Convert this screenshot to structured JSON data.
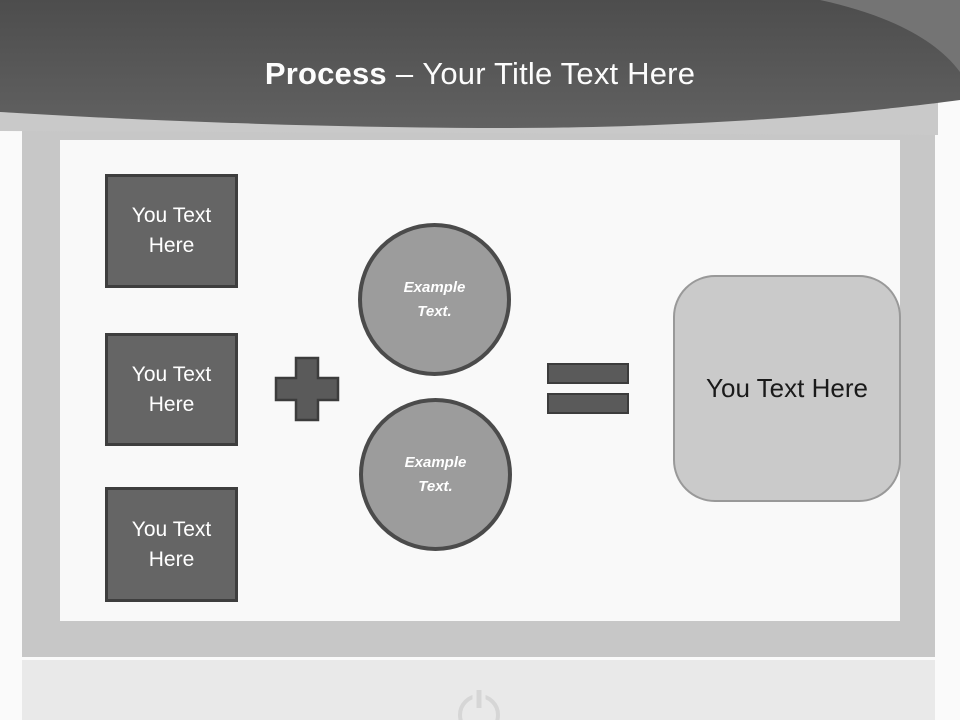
{
  "header": {
    "title_bold": "Process",
    "title_separator": "–",
    "title_rest": "Your Title Text Here"
  },
  "diagram": {
    "input_boxes": [
      {
        "label": "You Text Here"
      },
      {
        "label": "You Text Here"
      },
      {
        "label": "You Text Here"
      }
    ],
    "operators": {
      "plus": "plus-sign",
      "equals": "equals-sign"
    },
    "circles": [
      {
        "label": "Example Text."
      },
      {
        "label": "Example Text."
      }
    ],
    "result_box": {
      "label": "You Text Here"
    }
  },
  "footer": {
    "power_icon": "power-symbol"
  },
  "colors": {
    "header_gradient_top": "#4d4d4d",
    "header_gradient_bottom": "#606060",
    "header_corner_light": "#747474",
    "swoosh": "#c9c9c9",
    "frame": "#c7c7c7",
    "panel": "#f9f9f9",
    "footer": "#e9e9e9",
    "box_fill": "#656565",
    "box_border": "#3e3e3e",
    "circle_fill": "#9c9c9c",
    "circle_border": "#4b4b4b",
    "operator_fill": "#5a5a5a",
    "operator_border": "#3c3c3c",
    "result_fill": "#cacaca",
    "result_border": "#999999",
    "text_light": "#ffffff",
    "text_dark": "#1a1a1a"
  }
}
